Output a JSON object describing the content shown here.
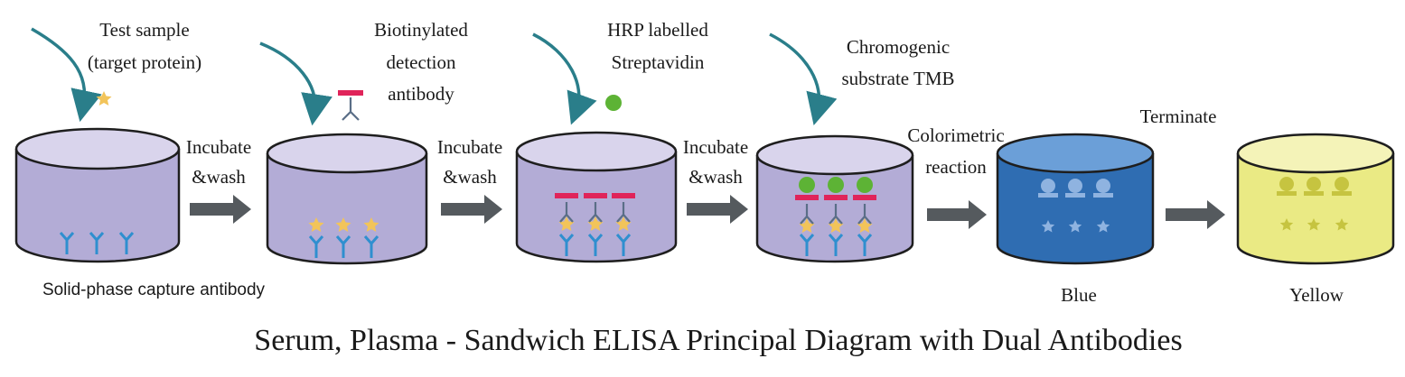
{
  "steps": {
    "test_sample": [
      "Test sample",
      "(target protein)"
    ],
    "biotinylated": [
      "Biotinylated",
      "detection",
      "antibody"
    ],
    "hrp": [
      "HRP labelled",
      "Streptavidin"
    ],
    "chromogenic": [
      "Chromogenic",
      "substrate TMB"
    ]
  },
  "actions": {
    "incubate_wash_1": [
      "Incubate",
      "&wash"
    ],
    "incubate_wash_2": [
      "Incubate",
      "&wash"
    ],
    "incubate_wash_3": [
      "Incubate",
      "&wash"
    ],
    "colorimetric": [
      "Colorimetric",
      "reaction"
    ],
    "terminate": "Terminate"
  },
  "labels": {
    "capture": "Solid-phase capture antibody",
    "blue": "Blue",
    "yellow": "Yellow"
  },
  "caption": "Serum, Plasma - Sandwich ELISA Principal Diagram with Dual Antibodies",
  "colors": {
    "well_fill": "#b3acd6",
    "well_top": "#d9d4ec",
    "well_stroke": "#1e1e1e",
    "antibody": "#2f8fcf",
    "antigen": "#f2c45a",
    "detection": "#e0245a",
    "streptavidin": "#5db335",
    "curve_arrow": "#2a7e8a",
    "process_arrow": "#555a5e",
    "blue_well": "#2f6db2",
    "blue_top": "#6b9fd8",
    "yellow_well": "#eaea84",
    "yellow_top": "#f4f3b8",
    "yellow_marks": "#c6c440"
  }
}
